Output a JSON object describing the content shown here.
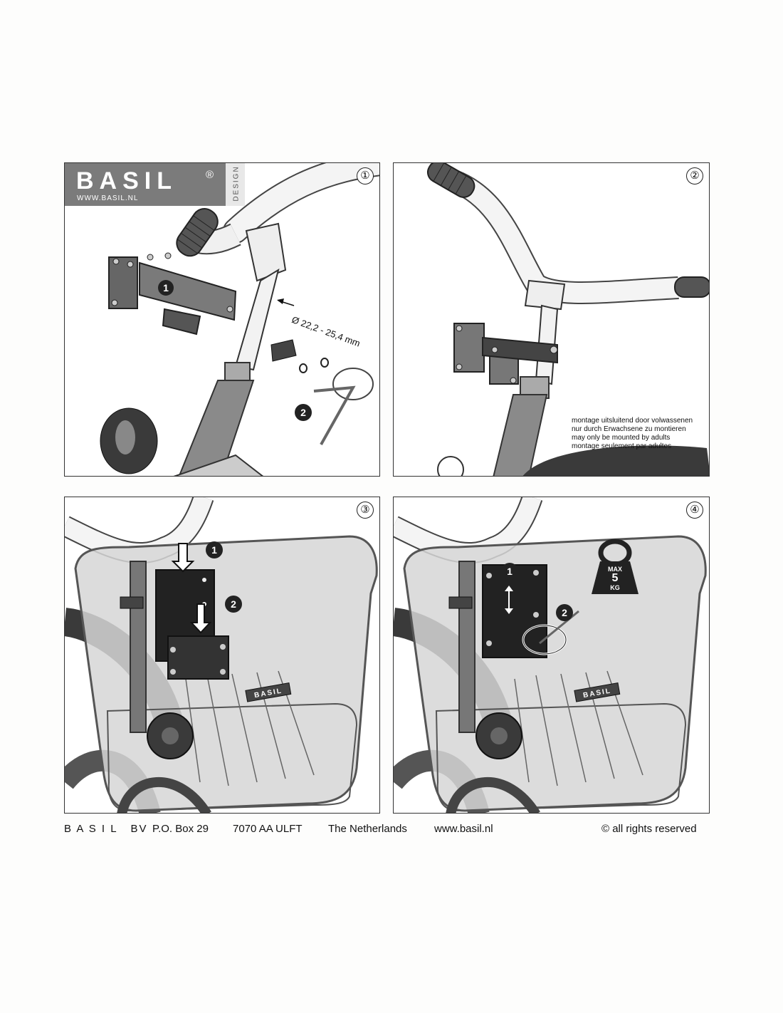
{
  "logo": {
    "brand": "BASIL",
    "registered": "®",
    "design": "DESIGN",
    "url": "WWW.BASIL.NL"
  },
  "steps": [
    {
      "number": "①",
      "dimension": "Ø 22,2 - 25,4 mm"
    },
    {
      "number": "②",
      "warnings": [
        "montage uitsluitend door volwassenen",
        "nur durch Erwachsene zu montieren",
        "may only be mounted by adults",
        "montage seulement par adultes"
      ]
    },
    {
      "number": "③"
    },
    {
      "number": "④",
      "weight": {
        "top": "MAX",
        "value": "5",
        "unit": "KG"
      }
    }
  ],
  "footer": {
    "company": "B A S I L   BV",
    "pobox": "P.O. Box 29",
    "postcode": "7070 AA ULFT",
    "country": "The Netherlands",
    "website": "www.basil.nl",
    "rights": "© all rights reserved"
  }
}
